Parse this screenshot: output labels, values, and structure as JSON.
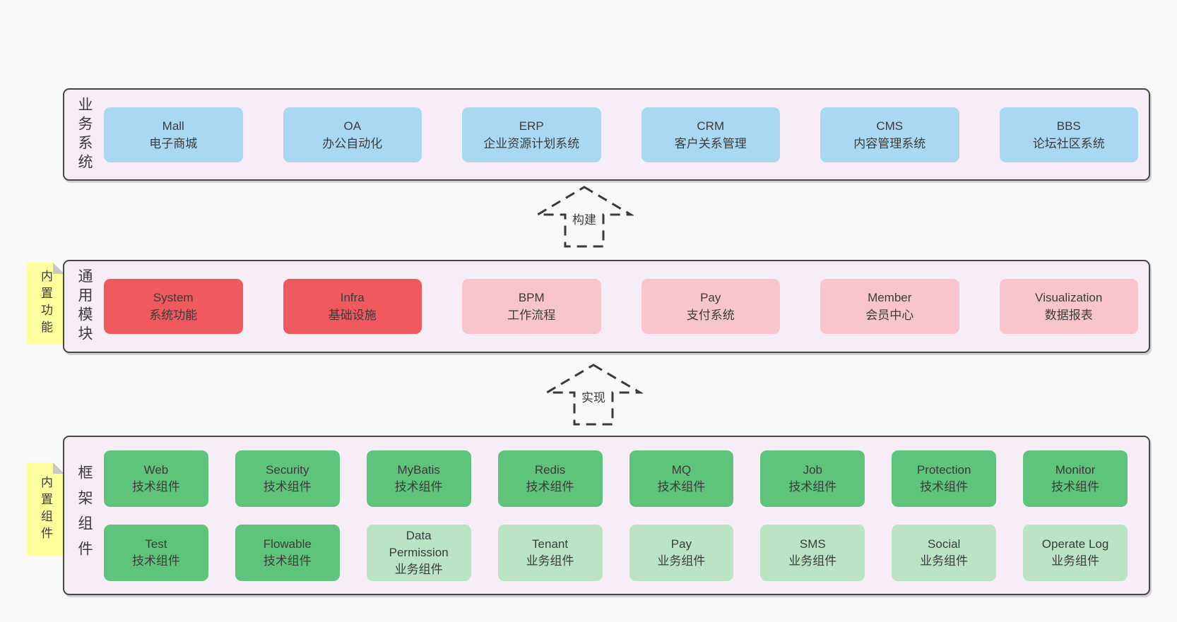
{
  "colors": {
    "background": "#f8f8f8",
    "panel_bg": "#f7edf6",
    "panel_border": "#474747",
    "business_box_blue": "#a9d9f2",
    "core_module_box_red": "#f0595e",
    "optional_module_box_pink": "#f9c5cd",
    "tech_component_box_green": "#5fc47b",
    "biz_component_box_light_green": "#bae4c4",
    "sticky_note_yellow": "#feff9c",
    "arrow_dash": "#3a3a3a",
    "text": "#3b3b3b"
  },
  "arrows": {
    "build": "构建",
    "implement": "实现"
  },
  "panels": {
    "business": {
      "label": "业务系统",
      "boxes": [
        {
          "title": "Mall",
          "subtitle": "电子商城"
        },
        {
          "title": "OA",
          "subtitle": "办公自动化"
        },
        {
          "title": "ERP",
          "subtitle": "企业资源计划系统"
        },
        {
          "title": "CRM",
          "subtitle": "客户关系管理"
        },
        {
          "title": "CMS",
          "subtitle": "内容管理系统"
        },
        {
          "title": "BBS",
          "subtitle": "论坛社区系统"
        }
      ]
    },
    "modules": {
      "label": "通用模块",
      "sticky": "内置功能",
      "boxes": [
        {
          "title": "System",
          "subtitle": "系统功能"
        },
        {
          "title": "Infra",
          "subtitle": "基础设施"
        },
        {
          "title": "BPM",
          "subtitle": "工作流程"
        },
        {
          "title": "Pay",
          "subtitle": "支付系统"
        },
        {
          "title": "Member",
          "subtitle": "会员中心"
        },
        {
          "title": "Visualization",
          "subtitle": "数据报表"
        }
      ]
    },
    "components": {
      "label": "框架组件",
      "sticky": "内置组件",
      "boxes_row1": [
        {
          "title": "Web",
          "subtitle": "技术组件"
        },
        {
          "title": "Security",
          "subtitle": "技术组件"
        },
        {
          "title": "MyBatis",
          "subtitle": "技术组件"
        },
        {
          "title": "Redis",
          "subtitle": "技术组件"
        },
        {
          "title": "MQ",
          "subtitle": "技术组件"
        },
        {
          "title": "Job",
          "subtitle": "技术组件"
        },
        {
          "title": "Protection",
          "subtitle": "技术组件"
        },
        {
          "title": "Monitor",
          "subtitle": "技术组件"
        }
      ],
      "boxes_row2": [
        {
          "title": "Test",
          "subtitle": "技术组件"
        },
        {
          "title": "Flowable",
          "subtitle": "技术组件"
        },
        {
          "title": "Data Permission",
          "subtitle": "业务组件"
        },
        {
          "title": "Tenant",
          "subtitle": "业务组件"
        },
        {
          "title": "Pay",
          "subtitle": "业务组件"
        },
        {
          "title": "SMS",
          "subtitle": "业务组件"
        },
        {
          "title": "Social",
          "subtitle": "业务组件"
        },
        {
          "title": "Operate Log",
          "subtitle": "业务组件"
        }
      ]
    }
  }
}
